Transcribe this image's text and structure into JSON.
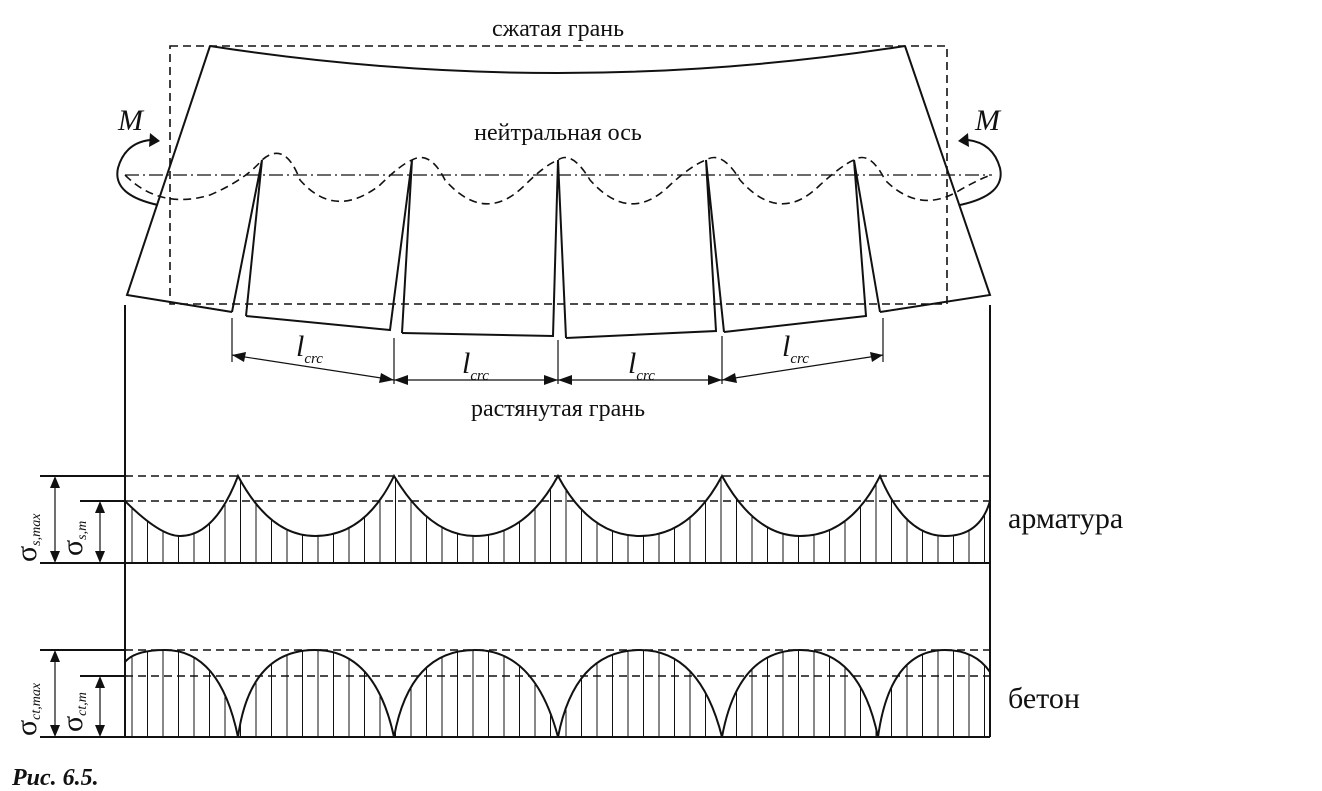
{
  "labels": {
    "compressed_face": "сжатая грань",
    "neutral_axis": "нейтральная ось",
    "tension_face": "растянутая грань",
    "moment": "M",
    "crack_spacing": "l",
    "crack_spacing_sub": "crc",
    "reinforcement": "арматура",
    "concrete": "бетон",
    "sigma": "σ",
    "sigma_s_max_sub": "s,max",
    "sigma_s_m_sub": "s,m",
    "sigma_ct_max_sub": "ct,max",
    "sigma_ct_m_sub": "ct,m",
    "caption": "Рис. 6.5."
  }
}
